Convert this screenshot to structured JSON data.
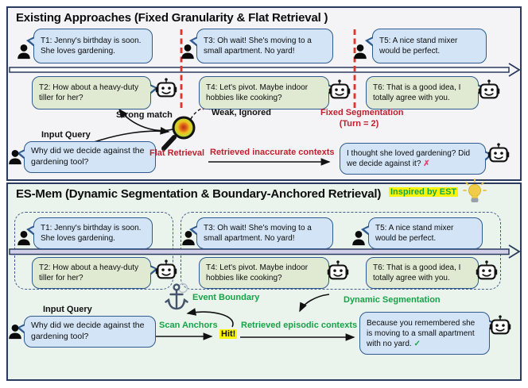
{
  "turns": [
    {
      "speaker": "user",
      "text": "T1: Jenny's birthday is soon. She loves gardening."
    },
    {
      "speaker": "assistant",
      "text": "T2: How about a heavy-duty tiller for her?"
    },
    {
      "speaker": "user",
      "text": "T3: Oh wait! She's moving to a small apartment. No yard!"
    },
    {
      "speaker": "assistant",
      "text": "T4: Let's pivot. Maybe indoor hobbies like cooking?"
    },
    {
      "speaker": "user",
      "text": "T5: A nice stand mixer would be perfect."
    },
    {
      "speaker": "assistant",
      "text": "T6: That is a good idea, I totally agree with you."
    }
  ],
  "top": {
    "title": "Existing Approaches (Fixed Granularity & Flat Retrieval )",
    "labels": {
      "strong_match": "Strong match",
      "weak_ignored": "Weak, Ignored",
      "fixed_segmentation": "Fixed Segmentation",
      "turn_setting": "(Turn = 2)",
      "flat_retrieval": "Flat Retrieval",
      "input_query": "Input Query",
      "retrieved": "Retrieved inaccurate contexts"
    },
    "query": "Why did we decide against the gardening tool?",
    "response": "I thought she loved gardening? Did we decide against it?",
    "response_mark": "✗"
  },
  "bottom": {
    "title": "ES-Mem (Dynamic Segmentation & Boundary-Anchored Retrieval)",
    "badge": "Inspired by EST",
    "labels": {
      "event_boundary": "Event Boundary",
      "dynamic_segmentation": "Dynamic Segmentation",
      "input_query": "Input Query",
      "scan_anchors": "Scan Anchors",
      "hit": "Hit!",
      "retrieved": "Retrieved episodic contexts"
    },
    "query": "Why did we decide against the gardening tool?",
    "response": "Because you remembered she is moving to a small apartment with no yard.",
    "response_mark": "✓"
  },
  "icons": {
    "user": "person-icon",
    "assistant": "robot-icon",
    "flat_retrieval": "magnifier-heatmap-icon",
    "event_boundary": "anchor-icon",
    "inspiration": "lightbulb-icon"
  },
  "colors": {
    "panel_border_navy": "#2a3a5e",
    "user_bubble_fill": "#d2e4f6",
    "assistant_bubble_fill": "#e0ead2",
    "bubble_border": "#2e5a8f",
    "alert_red": "#c11f2e",
    "divider_red": "#e33329",
    "success_green": "#16a348",
    "highlight_yellow": "#fdf500",
    "timeline_lavender": "#d2d0e8",
    "error_pink": "#ee3b6b"
  }
}
